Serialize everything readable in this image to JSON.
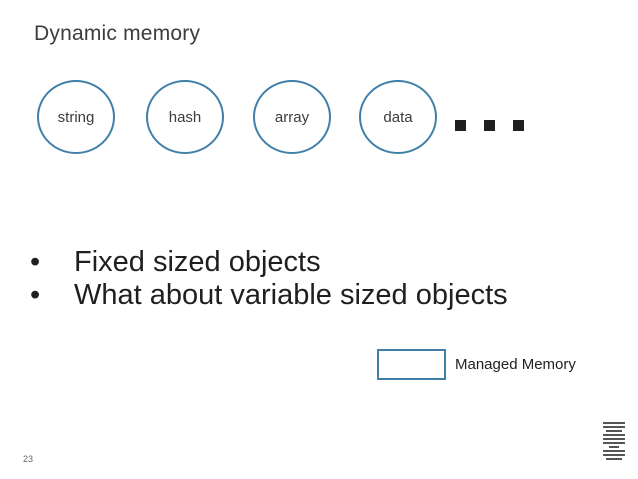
{
  "slide": {
    "title": "Dynamic memory",
    "objects": [
      "string",
      "hash",
      "array",
      "data"
    ],
    "bullets": [
      "Fixed sized objects",
      "What about variable sized objects"
    ],
    "legend_label": "Managed Memory",
    "page_number": "23",
    "logo_text": "IBM"
  },
  "colors": {
    "accent": "#3f7fa8",
    "text": "#1f1f1f"
  },
  "icons": {
    "ellipsis": "ellipsis-icon",
    "logo": "ibm-logo"
  }
}
